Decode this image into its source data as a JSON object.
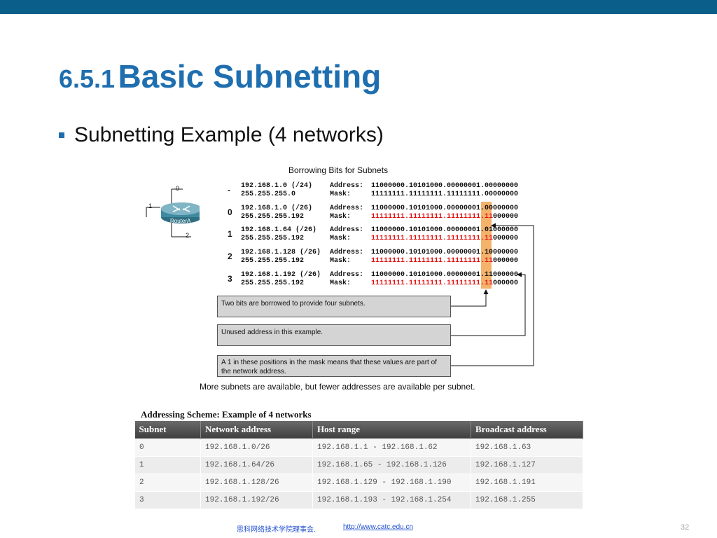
{
  "header": {
    "section_number": "6.5.1",
    "title": "Basic Subnetting",
    "bullet": "Subnetting Example (4 networks)",
    "bar_color": "#0a5f8a",
    "title_color": "#1f6fb0"
  },
  "figure": {
    "title": "Borrowing Bits for Subnets",
    "router": {
      "name": "RouterA",
      "ports": [
        "0",
        "1",
        "2"
      ]
    },
    "rows": [
      {
        "label": "-",
        "network": "192.168.1.0 (/24)",
        "mask_dec": "255.255.255.0",
        "addr_label": "Address:",
        "mask_label": "Mask:",
        "addr_bin": "11000000.10101000.00000001.00000000",
        "mask_bin": "11111111.11111111.11111111.00000000"
      },
      {
        "label": "0",
        "network": "192.168.1.0 (/26)",
        "mask_dec": "255.255.255.192",
        "addr_label": "Address:",
        "mask_label": "Mask:",
        "addr_bin": "11000000.10101000.00000001.00000000",
        "mask_bin": "11111111.11111111.11111111.11000000"
      },
      {
        "label": "1",
        "network": "192.168.1.64 (/26)",
        "mask_dec": "255.255.255.192",
        "addr_label": "Address:",
        "mask_label": "Mask:",
        "addr_bin": "11000000.10101000.00000001.01000000",
        "mask_bin": "11111111.11111111.11111111.11000000"
      },
      {
        "label": "2",
        "network": "192.168.1.128 (/26)",
        "mask_dec": "255.255.255.192",
        "addr_label": "Address:",
        "mask_label": "Mask:",
        "addr_bin": "11000000.10101000.00000001.10000000",
        "mask_bin": "11111111.11111111.11111111.11000000"
      },
      {
        "label": "3",
        "network": "192.168.1.192 (/26)",
        "mask_dec": "255.255.255.192",
        "addr_label": "Address:",
        "mask_label": "Mask:",
        "addr_bin": "11000000.10101000.00000001.11000000",
        "mask_bin": "11111111.11111111.11111111.11000000"
      }
    ],
    "callouts": [
      "Two bits are borrowed to provide four subnets.",
      "Unused address in this example.",
      "A 1 in these positions in the mask means that these values are part of the network address."
    ],
    "note": "More subnets are available, but fewer addresses are available per subnet.",
    "highlight_color": "#f4b26b",
    "mask_red_color": "#e01010"
  },
  "table": {
    "title": "Addressing Scheme: Example of 4 networks",
    "headers": [
      "Subnet",
      "Network address",
      "Host range",
      "Broadcast address"
    ],
    "rows": [
      [
        "0",
        "192.168.1.0/26",
        "192.168.1.1 - 192.168.1.62",
        "192.168.1.63"
      ],
      [
        "1",
        "192.168.1.64/26",
        "192.168.1.65 - 192.168.1.126",
        "192.168.1.127"
      ],
      [
        "2",
        "192.168.1.128/26",
        "192.168.1.129 - 192.168.1.190",
        "192.168.1.191"
      ],
      [
        "3",
        "192.168.1.192/26",
        "192.168.1.193 - 192.168.1.254",
        "192.168.1.255"
      ]
    ]
  },
  "footer": {
    "org": "思科网络技术学院理事会.",
    "link": "http://www.catc.edu.cn",
    "page": "32"
  }
}
